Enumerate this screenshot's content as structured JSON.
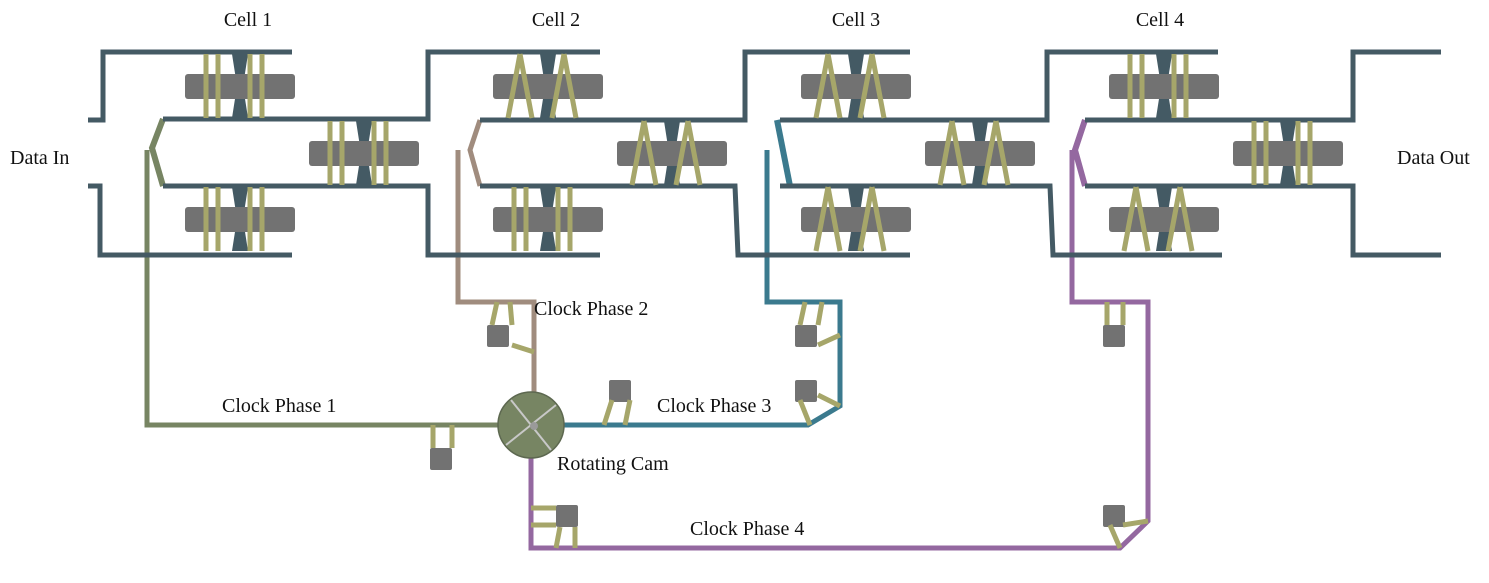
{
  "cells": [
    {
      "label": "Cell 1"
    },
    {
      "label": "Cell 2"
    },
    {
      "label": "Cell 3"
    },
    {
      "label": "Cell 4"
    }
  ],
  "io": {
    "input_label": "Data In",
    "output_label": "Data Out"
  },
  "clock_phases": [
    {
      "label": "Clock Phase 1",
      "color": "#778563"
    },
    {
      "label": "Clock Phase 2",
      "color": "#a08c7e"
    },
    {
      "label": "Clock Phase 3",
      "color": "#3b7a8e"
    },
    {
      "label": "Clock Phase 4",
      "color": "#9468a0"
    }
  ],
  "cam": {
    "label": "Rotating Cam",
    "color": "#778563"
  },
  "colors": {
    "rail": "#445a64",
    "link": "#a6a66a",
    "block": "#727272",
    "text": "#111111"
  }
}
